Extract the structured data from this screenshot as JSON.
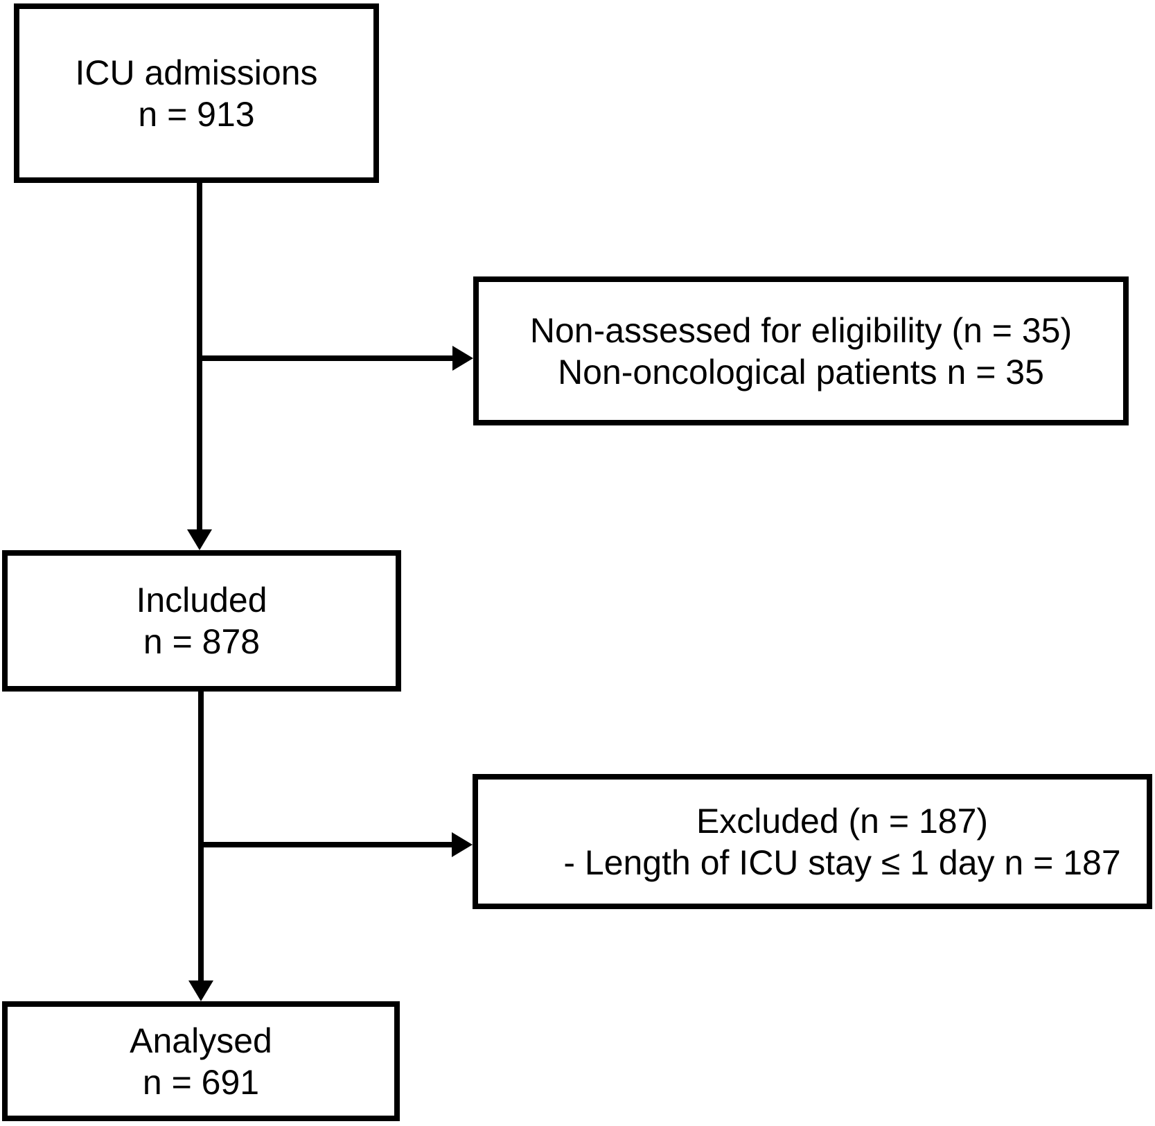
{
  "flowchart": {
    "type": "patient-flow-diagram",
    "colors": {
      "background": "#ffffff",
      "line": "#000000",
      "text": "#000000"
    },
    "nodes": [
      {
        "id": "icu-admissions",
        "lines": [
          "ICU admissions",
          "n = 913"
        ]
      },
      {
        "id": "non-assessed",
        "lines": [
          "Non-assessed for eligibility (n = 35)",
          "Non-oncological patients n = 35"
        ]
      },
      {
        "id": "included",
        "lines": [
          "Included",
          "n = 878"
        ]
      },
      {
        "id": "excluded",
        "lines": [
          "Excluded (n = 187)",
          "- Length of ICU stay ≤ 1 day n = 187"
        ]
      },
      {
        "id": "analysed",
        "lines": [
          "Analysed",
          "n = 691"
        ]
      }
    ],
    "edges": [
      {
        "from": "icu-admissions",
        "to": "included",
        "direction": "down"
      },
      {
        "from": "icu-admissions",
        "to": "non-assessed",
        "direction": "right"
      },
      {
        "from": "included",
        "to": "analysed",
        "direction": "down"
      },
      {
        "from": "included",
        "to": "excluded",
        "direction": "right"
      }
    ]
  }
}
